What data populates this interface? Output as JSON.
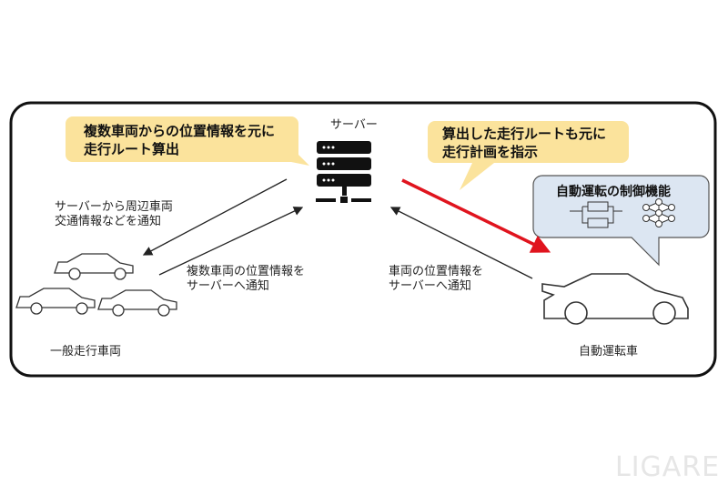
{
  "server_label": "サーバー",
  "callout_left": [
    "複数車両からの位置情報を元に",
    "走行ルート算出"
  ],
  "callout_right": [
    "算出した走行ルートも元に",
    "走行計画を指示"
  ],
  "control_box_title": "自動運転の制御機能",
  "notify_from_server": [
    "サーバーから周辺車両",
    "交通情報などを通知"
  ],
  "notify_multi": [
    "複数車両の位置情報を",
    "サーバーへ通知"
  ],
  "notify_single": [
    "車両の位置情報を",
    "サーバーへ通知"
  ],
  "general_vehicles_label": "一般走行車両",
  "autonomous_vehicle_label": "自動運転車",
  "watermark": "LIGARE",
  "colors": {
    "callout": "#fbe39c",
    "control_box": "#dce6f2",
    "red_arrow": "#e0141e"
  }
}
